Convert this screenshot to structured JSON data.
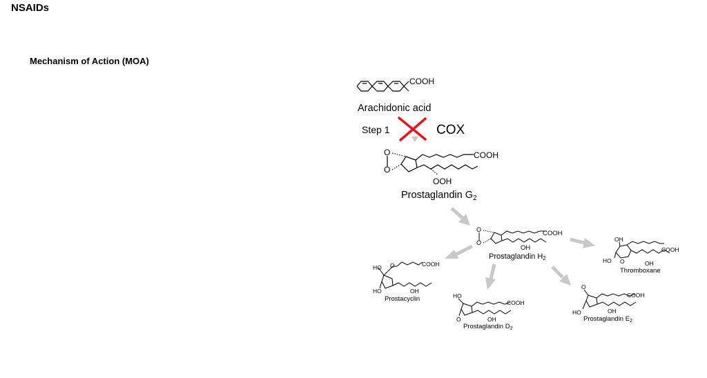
{
  "header": {
    "title": "NSAIDs"
  },
  "section": {
    "heading": "Mechanism of Action (MOA)"
  },
  "pathway": {
    "arachidonic_acid": {
      "label": "Arachidonic acid",
      "group": "COOH"
    },
    "step": {
      "label": "Step 1",
      "enzyme": "COX",
      "blocked_color": "#e8141c"
    },
    "pgg2": {
      "label": "Prostaglandin G",
      "subscript": "2",
      "cooh": "COOH",
      "ooh": "OOH",
      "o_top": "O",
      "o_bottom": "O"
    },
    "pgh2": {
      "label": "Prostaglandin H",
      "subscript": "2",
      "cooh": "COOH",
      "oh": "OH",
      "o_top": "O",
      "o_bottom": "O"
    },
    "prostacyclin": {
      "label": "Prostacyclin",
      "cooh": "COOH",
      "ho_top": "HO",
      "ho_bottom": "HO",
      "oh": "OH",
      "o": "O"
    },
    "pgd2": {
      "label": "Prostaglandin D",
      "subscript": "2",
      "cooh": "COOH",
      "ho": "HO",
      "oh": "OH",
      "o": "O"
    },
    "pge2": {
      "label": "Prostaglandin E",
      "subscript": "2",
      "cooh": "COOH",
      "ho": "HO",
      "oh": "OH",
      "o": "O"
    },
    "thromboxane": {
      "label": "Thromboxane",
      "cooh": "COOH",
      "oh_top": "OH",
      "ho": "HO",
      "oh": "OH",
      "o": "O"
    },
    "arrow_color": "#c8c8c8"
  }
}
